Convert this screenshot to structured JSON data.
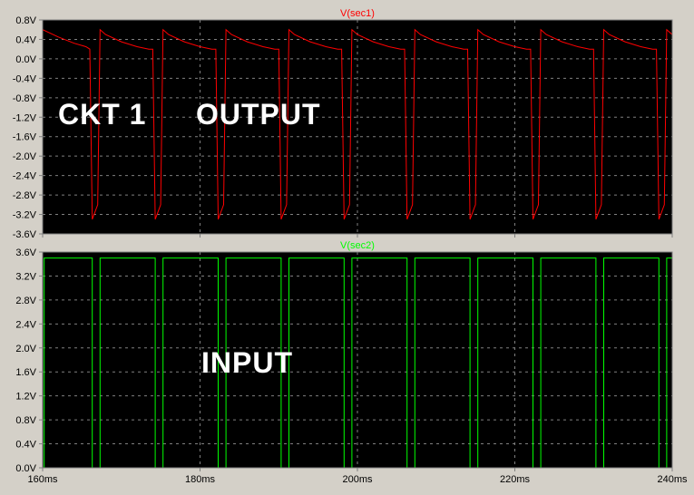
{
  "chart_data": [
    {
      "type": "line",
      "title": "V(sec1)",
      "color": "#ff0000",
      "x_ticks": [
        "160ms",
        "180ms",
        "200ms",
        "220ms",
        "240ms"
      ],
      "y_ticks": [
        "0.8V",
        "0.4V",
        "0.0V",
        "-0.4V",
        "-0.8V",
        "-1.2V",
        "-1.6V",
        "-2.0V",
        "-2.4V",
        "-2.8V",
        "-3.2V",
        "-3.6V"
      ],
      "xlim": [
        160,
        240
      ],
      "ylim": [
        -3.6,
        0.8
      ],
      "grid": true,
      "series": [
        {
          "name": "V(sec1)",
          "x": [
            160,
            162,
            164,
            165.5,
            166,
            166.3,
            167,
            167.3,
            168,
            170,
            172,
            173.5,
            174,
            174.3,
            175,
            175.3,
            176,
            178,
            180,
            181.5,
            182,
            182.3,
            183,
            183.3,
            184,
            186,
            188,
            189.5,
            190,
            190.3,
            191,
            191.3,
            192,
            194,
            196,
            197.5,
            198,
            198.3,
            199,
            199.3,
            200,
            202,
            204,
            205.5,
            206,
            206.3,
            207,
            207.3,
            208,
            210,
            212,
            213.5,
            214,
            214.3,
            215,
            215.3,
            216,
            218,
            220,
            221.5,
            222,
            222.3,
            223,
            223.3,
            224,
            226,
            228,
            229.5,
            230,
            230.3,
            231,
            231.3,
            232,
            234,
            236,
            237.5,
            238,
            238.3,
            239,
            239.3,
            240
          ],
          "y": [
            0.6,
            0.45,
            0.32,
            0.25,
            0.2,
            -3.3,
            -3.0,
            0.6,
            0.5,
            0.35,
            0.25,
            0.2,
            0.2,
            -3.3,
            -3.0,
            0.6,
            0.5,
            0.35,
            0.25,
            0.2,
            0.2,
            -3.3,
            -3.0,
            0.6,
            0.5,
            0.35,
            0.25,
            0.2,
            0.2,
            -3.3,
            -3.0,
            0.6,
            0.5,
            0.35,
            0.25,
            0.2,
            0.2,
            -3.3,
            -3.0,
            0.6,
            0.5,
            0.35,
            0.25,
            0.2,
            0.2,
            -3.3,
            -3.0,
            0.6,
            0.5,
            0.35,
            0.25,
            0.2,
            0.2,
            -3.3,
            -3.0,
            0.6,
            0.5,
            0.35,
            0.25,
            0.2,
            0.2,
            -3.3,
            -3.0,
            0.6,
            0.5,
            0.35,
            0.25,
            0.2,
            0.2,
            -3.3,
            -3.0,
            0.6,
            0.5,
            0.35,
            0.25,
            0.2,
            0.2,
            -3.3,
            -3.0,
            0.6,
            0.5
          ]
        }
      ]
    },
    {
      "type": "line",
      "title": "V(sec2)",
      "color": "#00ff00",
      "x_ticks": [
        "160ms",
        "180ms",
        "200ms",
        "220ms",
        "240ms"
      ],
      "y_ticks": [
        "3.6V",
        "3.2V",
        "2.8V",
        "2.4V",
        "2.0V",
        "1.6V",
        "1.2V",
        "0.8V",
        "0.4V",
        "0.0V"
      ],
      "xlim": [
        160,
        240
      ],
      "ylim": [
        0,
        3.6
      ],
      "grid": true,
      "series": [
        {
          "name": "V(sec2)",
          "x": [
            160.2,
            160.2,
            166.3,
            166.3,
            167.3,
            167.3,
            174.3,
            174.3,
            175.3,
            175.3,
            182.3,
            182.3,
            183.3,
            183.3,
            190.3,
            190.3,
            191.3,
            191.3,
            198.3,
            198.3,
            199.3,
            199.3,
            206.3,
            206.3,
            207.3,
            207.3,
            214.3,
            214.3,
            215.3,
            215.3,
            222.3,
            222.3,
            223.3,
            223.3,
            230.3,
            230.3,
            231.3,
            231.3,
            238.3,
            238.3,
            239.3,
            239.3,
            240
          ],
          "y": [
            0,
            3.5,
            3.5,
            0,
            0,
            3.5,
            3.5,
            0,
            0,
            3.5,
            3.5,
            0,
            0,
            3.5,
            3.5,
            0,
            0,
            3.5,
            3.5,
            0,
            0,
            3.5,
            3.5,
            0,
            0,
            3.5,
            3.5,
            0,
            0,
            3.5,
            3.5,
            0,
            0,
            3.5,
            3.5,
            0,
            0,
            3.5,
            3.5,
            0,
            0,
            3.5,
            3.5
          ]
        }
      ]
    }
  ],
  "annotations": {
    "ckt_label": "CKT 1",
    "output_label": "OUTPUT",
    "input_label": "INPUT"
  }
}
